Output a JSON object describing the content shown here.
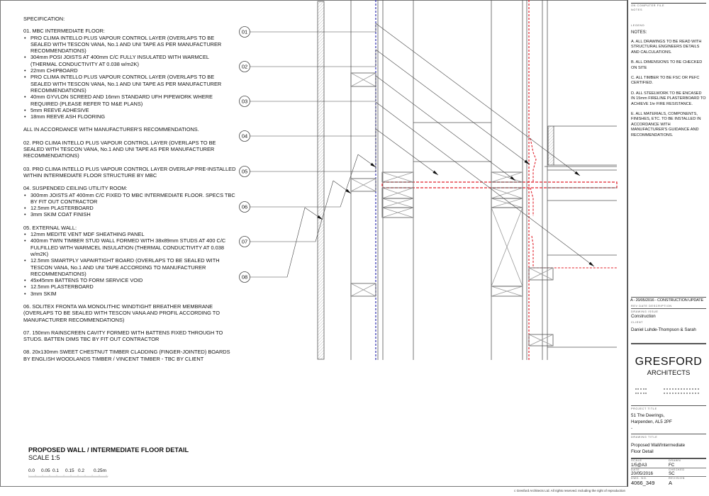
{
  "spec": {
    "heading": "SPECIFICATION:",
    "sections": [
      {
        "title": "01.  MBC INTERMEDIATE FLOOR:",
        "items": [
          "PRO CLIMA INTELLO PLUS VAPOUR CONTROL LAYER (OVERLAPS TO BE SEALED WITH TESCON VANA, No.1 AND UNI TAPE AS PER MANUFACTURER RECOMMENDATIONS)",
          "304mm POSI JOISTS AT 400mm C/C FULLY INSULATED WITH WARMCEL (THERMAL CONDUCTIVITY AT 0.038 w/m2K)",
          "22mm CHIPBOARD",
          "PRO CLIMA INTELLO PLUS VAPOUR CONTROL LAYER (OVERLAPS TO BE SEALED WITH TESCON VANA, No.1 AND UNI TAPE AS PER MANUFACTURER RECOMMENDATIONS)",
          "40mm GYVLON SCREED AND 16mm STANDARD UFH PIPEWORK WHERE REQUIRED (PLEASE REFER TO M&E PLANS)",
          "5mm REEVE ADHESIVE",
          "18mm REEVE ASH FLOORING"
        ]
      },
      {
        "title": "ALL IN ACCORDANCE WITH MANUFACTURER'S RECOMMENDATIONS."
      },
      {
        "title": "02. PRO CLIMA INTELLO PLUS VAPOUR CONTROL LAYER (OVERLAPS TO BE SEALED WITH TESCON VANA, No.1 AND UNI TAPE AS PER MANUFACTURER RECOMMENDATIONS)"
      },
      {
        "title": "03. PRO CLIMA INTELLO PLUS VAPOUR CONTROL LAYER OVERLAP PRE-INSTALLED WITHIN INTERMEDIATE FLOOR STRUCTURE BY MBC"
      },
      {
        "title": "04. SUSPENDED CEILING UTILITY ROOM:",
        "items": [
          "300mm JOISTS AT 400mm C/C FIXED TO MBC INTERMEDIATE FLOOR. SPECS TBC BY FIT OUT CONTRACTOR",
          "12.5mm PLASTERBOARD",
          "3mm SKIM COAT FINISH"
        ]
      },
      {
        "title": "05.  EXTERNAL WALL:",
        "items": [
          "12mm MEDITE VENT MDF SHEATHING PANEL",
          "400mm TWIN TIMBER STUD WALL FORMED WITH 38x89mm STUDS AT 400 C/C FULFILLED WITH WARMCEL INSULATION (THERMAL CONDUCTIVITY AT 0.038 w/m2K)",
          "12.5mm SMARTPLY VAPAIRTIGHT BOARD (OVERLAPS TO BE SEALED WITH TESCON VANA, No.1 AND UNI TAPE ACCORDING TO MANUFACTURER RECOMMENDATIONS)",
          "45x45mm BATTENS TO FORM SERVICE VOID",
          "12.5mm PLASTERBOARD",
          "3mm SKIM"
        ]
      },
      {
        "title": "06. SOLITEX FRONTA WA MONOLITHIC WINDTIGHT BREATHER MEMBRANE (OVERLAPS TO BE SEALED WITH TESCON VANA AND PROFIL ACCORDING TO MANUFACTURER RECOMMENDATIONS)"
      },
      {
        "title": "07. 150mm RAINSCREEN CAVITY FORMED WITH BATTENS FIXED THROUGH TO STUDS. BATTEN DIMS TBC BY FIT OUT CONTRACTOR"
      },
      {
        "title": "08. 20x130mm SWEET CHESTNUT TIMBER CLADDING (FINGER-JOINTED) BOARDS BY ENGLISH WOODLANDS TIMBER / VINCENT TIMBER - TBC BY CLIENT",
        "indent": true
      }
    ]
  },
  "drawing": {
    "title": "PROPOSED WALL / INTERMEDIATE FLOOR DETAIL",
    "scale": "SCALE 1:5",
    "scale_ticks": [
      "0.0",
      "0.05",
      "0.1",
      "0.15",
      "0.2",
      "0.25m"
    ],
    "callouts": [
      "01",
      "02",
      "03",
      "04",
      "05",
      "06",
      "07",
      "08"
    ],
    "colors": {
      "vcl_blue": "#2b2bb0",
      "vcl_red": "#e0202a"
    }
  },
  "titleblock": {
    "file_label": "ON COMPUTER FILE",
    "notes_label": "NOTES",
    "legend_label": "LEGEND",
    "notes_heading": "NOTES:",
    "notes": [
      "A. ALL DRAWINGS TO  BE READ WITH STRUCTURAL ENGINEERS DETAILS AND CALCULATIONS.",
      "B. ALL DIMENSIONS TO BE CHECKED ON SITE",
      "C. ALL TIMBER TO BE FSC OR PEFC CERTIFIED.",
      "D. ALL STEELWORK TO BE ENCASED IN 15mm FIRELINE PLASTERBOARD TO ACHIEVE 1hr FIRE RESISTANCE.",
      "E. ALL MATERIALS, COMPONENTS, FINISHES, ETC. TO BE INSTALLED IN ACCORDANCE WITH MANUFACTURER'S GUIDANCE AND RECOMMENDATIONS."
    ],
    "revision": "A - 20/05/2016 - CONSTRUCTION  UPDATE",
    "rev_labels": "REV  DATE        DESCRIPTION",
    "issue_label": "DRAWING ISSUE",
    "issue": "Construction",
    "client_label": "CLIENT",
    "client": "Daniel Luhde-Thompson & Sarah",
    "firm": "GRESFORD",
    "firm_sub": "ARCHITECTS",
    "project_label": "PROJECT TITLE",
    "project": [
      "51 The Deerings,",
      "Harpenden, AL5 2PF",
      "-"
    ],
    "drawing_title_label": "DRAWING TITLE",
    "drawing_title": "Proposed Wall/Intermediate Floor Detail",
    "scale_label": "SCALE",
    "scale": "1/5@A3",
    "drawn_label": "DRAWN",
    "drawn": "FC",
    "date_label": "DATE",
    "date": "20/05/2016",
    "checked_label": "CHECKED",
    "checked": "SC",
    "dwg_label": "DWG. NO.",
    "dwg": "4066_349",
    "rev_label": "REVISION",
    "rev": "A"
  },
  "footer": {
    "copyright": "c Gresford Architects Ltd.  All rights reserved.  Including the right of reproduction"
  }
}
